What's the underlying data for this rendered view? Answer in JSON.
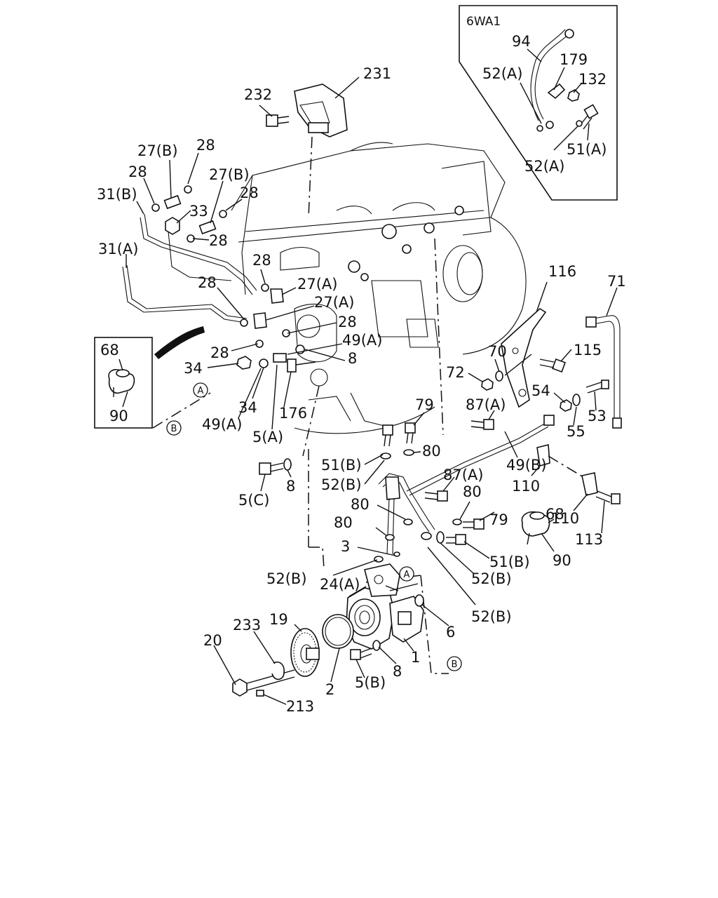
{
  "inset_6wa1": {
    "title": "6WA1",
    "labels": [
      "94",
      "179",
      "52(A)",
      "132",
      "51(A)",
      "52(A)"
    ]
  },
  "inset_left": {
    "labels": [
      "68",
      "90"
    ]
  },
  "callouts": [
    "A",
    "B",
    "A",
    "B"
  ],
  "part_labels": [
    "231",
    "232",
    "27(B)",
    "28",
    "28",
    "27(B)",
    "31(B)",
    "28",
    "33",
    "28",
    "31(A)",
    "28",
    "28",
    "27(A)",
    "27(A)",
    "28",
    "49(A)",
    "28",
    "8",
    "34",
    "34",
    "49(A)",
    "176",
    "5(A)",
    "5(C)",
    "8",
    "116",
    "71",
    "115",
    "70",
    "72",
    "54",
    "53",
    "55",
    "79",
    "87(A)",
    "80",
    "51(B)",
    "52(B)",
    "87(A)",
    "49(B)",
    "110",
    "80",
    "80",
    "79",
    "80",
    "68",
    "110",
    "113",
    "90",
    "3",
    "51(B)",
    "52(B)",
    "52(B)",
    "24(A)",
    "52(B)",
    "6",
    "19",
    "233",
    "20",
    "2",
    "5(B)",
    "8",
    "1",
    "213"
  ]
}
